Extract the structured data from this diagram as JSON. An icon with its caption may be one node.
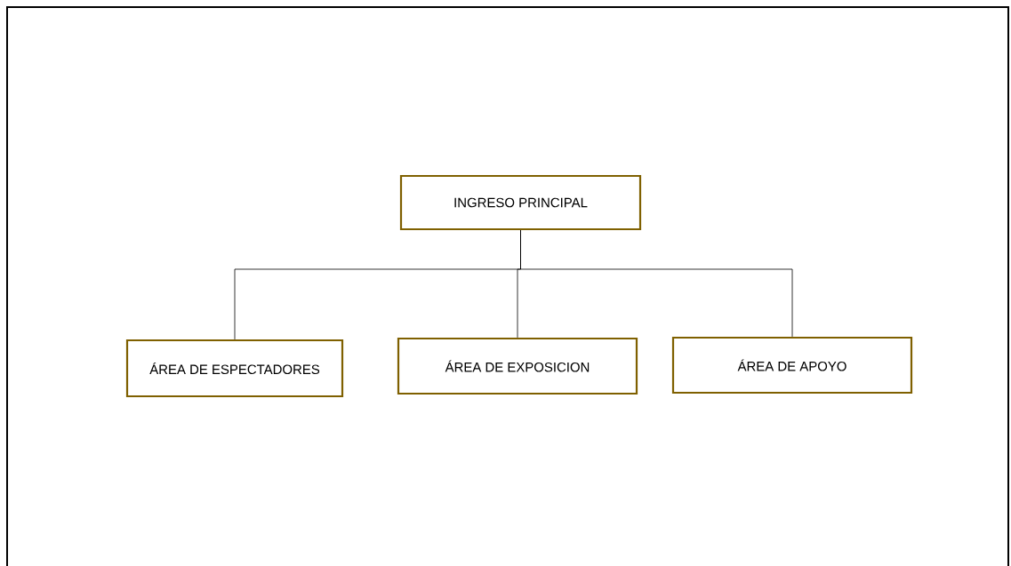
{
  "diagram": {
    "nodes": [
      {
        "text": [
          "INGRESO PRINCIPAL"
        ]
      },
      {
        "text": [
          "ÁREA DE ESPECTADORES"
        ]
      },
      {
        "text": [
          "ÁREA DE EXPOSICION"
        ]
      },
      {
        "text": [
          "ÁREA DE APOYO"
        ]
      }
    ],
    "edges": [
      {
        "from": 0,
        "to": 1,
        "arrow": "none"
      },
      {
        "from": 0,
        "to": 2,
        "arrow": "none"
      },
      {
        "from": 0,
        "to": 3,
        "arrow": "none"
      }
    ]
  }
}
